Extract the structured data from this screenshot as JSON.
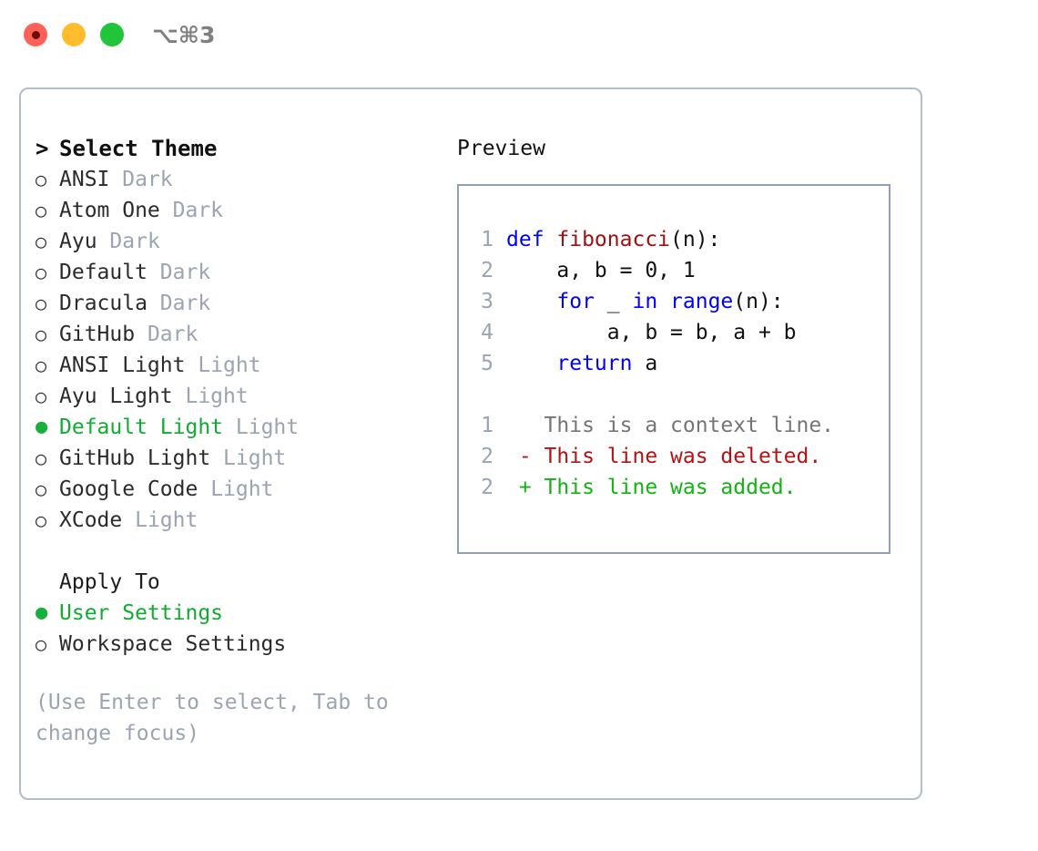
{
  "titlebar": {
    "shortcut": "⌥⌘3",
    "lights": [
      {
        "name": "close-button",
        "color": "#ff6058"
      },
      {
        "name": "minimize-button",
        "color": "#ffbd2e"
      },
      {
        "name": "maximize-button",
        "color": "#22c43a"
      }
    ]
  },
  "theme_list": {
    "header_caret": ">",
    "header_label": "Select Theme",
    "bullet_unselected": "○",
    "bullet_selected": "●",
    "items": [
      {
        "name": "ANSI",
        "category": "Dark",
        "selected": false
      },
      {
        "name": "Atom One",
        "category": "Dark",
        "selected": false
      },
      {
        "name": "Ayu",
        "category": "Dark",
        "selected": false
      },
      {
        "name": "Default",
        "category": "Dark",
        "selected": false
      },
      {
        "name": "Dracula",
        "category": "Dark",
        "selected": false
      },
      {
        "name": "GitHub",
        "category": "Dark",
        "selected": false
      },
      {
        "name": "ANSI Light",
        "category": "Light",
        "selected": false
      },
      {
        "name": "Ayu Light",
        "category": "Light",
        "selected": false
      },
      {
        "name": "Default Light",
        "category": "Light",
        "selected": true
      },
      {
        "name": "GitHub Light",
        "category": "Light",
        "selected": false
      },
      {
        "name": "Google Code",
        "category": "Light",
        "selected": false
      },
      {
        "name": "XCode",
        "category": "Light",
        "selected": false
      }
    ]
  },
  "apply_to": {
    "title": "Apply To",
    "options": [
      {
        "label": "User Settings",
        "selected": true
      },
      {
        "label": "Workspace Settings",
        "selected": false
      }
    ]
  },
  "hint": "(Use Enter to select, Tab to change focus)",
  "preview": {
    "title": "Preview",
    "code_lines": [
      {
        "num": "1",
        "tokens": [
          {
            "text": "def ",
            "type": "kw"
          },
          {
            "text": "fibonacci",
            "type": "fn"
          },
          {
            "text": "(n):",
            "type": "plain"
          }
        ]
      },
      {
        "num": "2",
        "tokens": [
          {
            "text": "    a, b = 0, 1",
            "type": "plain"
          }
        ]
      },
      {
        "num": "3",
        "tokens": [
          {
            "text": "    for ",
            "type": "kw"
          },
          {
            "text": "_ ",
            "type": "plain"
          },
          {
            "text": "in range",
            "type": "kw"
          },
          {
            "text": "(n):",
            "type": "plain"
          }
        ]
      },
      {
        "num": "4",
        "tokens": [
          {
            "text": "        a, b = b, a + b",
            "type": "plain"
          }
        ]
      },
      {
        "num": "5",
        "tokens": [
          {
            "text": "    return ",
            "type": "kw"
          },
          {
            "text": "a",
            "type": "plain"
          }
        ]
      }
    ],
    "diff_lines": [
      {
        "num": "1",
        "tokens": [
          {
            "text": "   This is a context line.",
            "type": "ctx"
          }
        ]
      },
      {
        "num": "2",
        "tokens": [
          {
            "text": " - This line was deleted.",
            "type": "del"
          }
        ]
      },
      {
        "num": "2",
        "tokens": [
          {
            "text": " + This line was added.",
            "type": "add"
          }
        ]
      }
    ]
  },
  "colors": {
    "accent_green": "#12ab32",
    "muted": "#9aa4b2",
    "keyword_blue": "#0000ff",
    "function_red": "#a11010",
    "diff_delete": "#b31313",
    "diff_add": "#13b313",
    "border": "#b3bcc9"
  }
}
